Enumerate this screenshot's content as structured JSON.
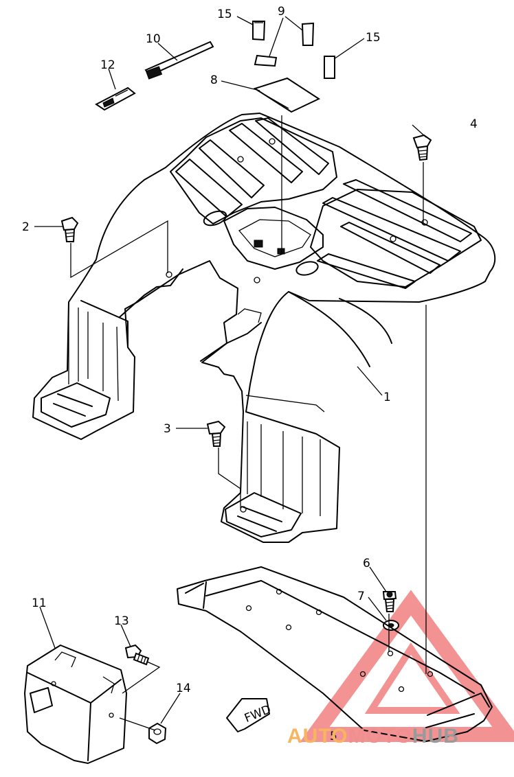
{
  "diagram": {
    "callouts": [
      {
        "id": "15a",
        "label": "15"
      },
      {
        "id": "9",
        "label": "9"
      },
      {
        "id": "15b",
        "label": "15"
      },
      {
        "id": "10",
        "label": "10"
      },
      {
        "id": "12",
        "label": "12"
      },
      {
        "id": "8",
        "label": "8"
      },
      {
        "id": "4",
        "label": "4"
      },
      {
        "id": "2",
        "label": "2"
      },
      {
        "id": "1",
        "label": "1"
      },
      {
        "id": "3",
        "label": "3"
      },
      {
        "id": "6",
        "label": "6"
      },
      {
        "id": "7",
        "label": "7"
      },
      {
        "id": "11",
        "label": "11"
      },
      {
        "id": "13",
        "label": "13"
      },
      {
        "id": "14",
        "label": "14"
      },
      {
        "id": "5",
        "label": "5"
      }
    ],
    "fwd_label": "FWD"
  },
  "watermark": {
    "part1": "AUTO",
    "part2": "MOTO",
    "part3": "HUB",
    "color1": "#f7b561",
    "color2": "#f08f8f",
    "color3": "#9a9a9a",
    "triangle_color": "#f28080"
  }
}
